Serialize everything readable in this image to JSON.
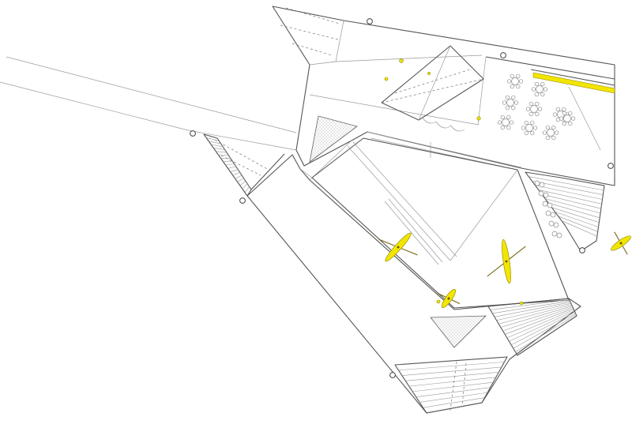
{
  "drawing": {
    "type": "architectural-site-plan",
    "palette": {
      "background": "#ffffff",
      "linework": "#555555",
      "light_linework": "#9a9a9a",
      "accent_yellow": "#f2e500"
    },
    "elements": {
      "kayaks": 4,
      "bollards": 7,
      "round_tables": 9,
      "stair_flights": 4,
      "ramps_stippled": 2
    }
  }
}
